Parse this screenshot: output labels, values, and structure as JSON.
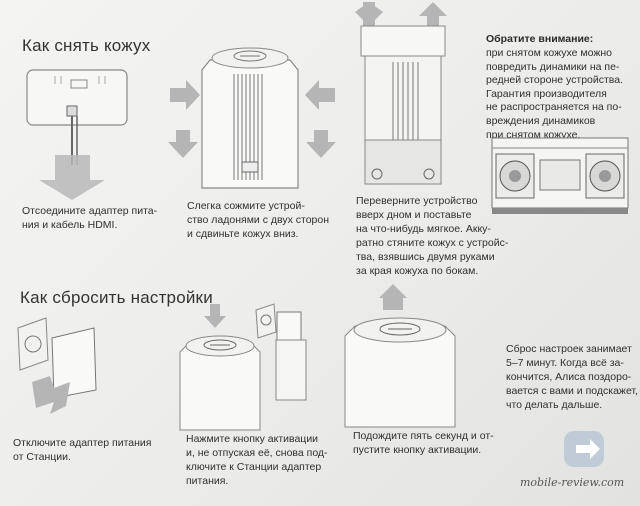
{
  "section1": {
    "title": "Как снять кожух",
    "steps": [
      "Отсоедините адаптер пита-\nния и кабель HDMI.",
      "Слегка сожмите устрой-\nство ладонями с двух сторон\nи сдвиньте кожух вниз.",
      "Переверните устройство\nвверх дном и поставьте\nна что-нибудь мягкое. Акку-\nратно стяните кожух с устройс-\nтва, взявшись двумя руками\nза края кожуха по бокам."
    ],
    "note_title": "Обратите внимание:",
    "note_body": "при снятом кожухе можно\nповредить динамики на пе-\nредней стороне устройства.\nГарантия производителя\nне распространяется на по-\nвреждения динамиков\nпри снятом кожухе."
  },
  "section2": {
    "title": "Как сбросить настройки",
    "steps": [
      "Отключите адаптер питания\nот Станции.",
      "Нажмите кнопку активации\nи, не отпуская её, снова под-\nключите к Станции адаптер\nпитания.",
      "Подождите пять секунд и от-\nпустите кнопку активации."
    ],
    "info": "Сброс настроек занимает\n5–7 минут. Когда всё за-\nкончится, Алиса поздоро-\nвается с вами и подскажет,\nчто делать дальше."
  },
  "watermark": "mobile-review.com"
}
